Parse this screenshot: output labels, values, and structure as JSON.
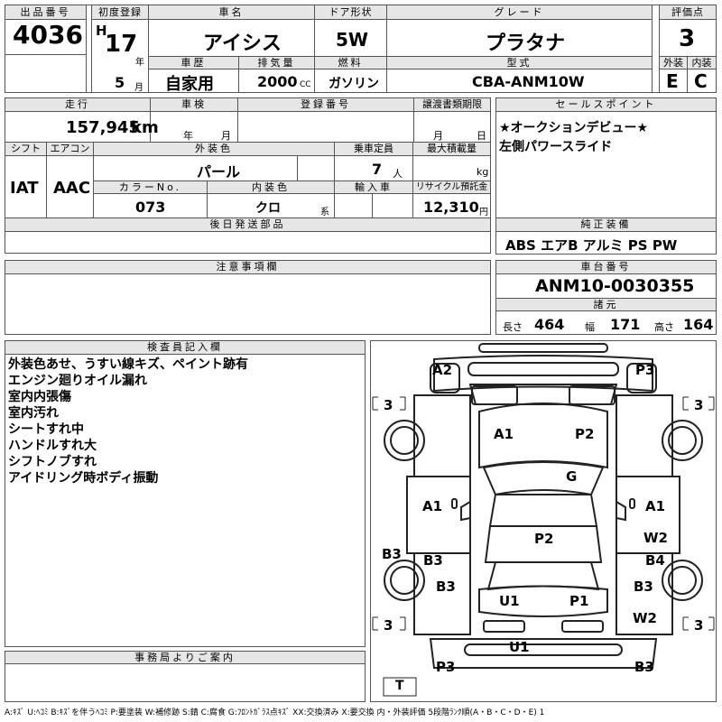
{
  "header": {
    "lot_label": "出品番号",
    "lot_no": "4036",
    "first_reg_label": "初度登録",
    "era": "H",
    "year": "17",
    "year_unit": "年",
    "month": "5",
    "month_unit": "月",
    "name_label": "車名",
    "name": "アイシス",
    "doors_label": "ドア形状",
    "doors": "5W",
    "grade_label": "グレード",
    "grade": "プラタナ",
    "score_label": "評価点",
    "score": "3",
    "history_label": "車歴",
    "history": "自家用",
    "displacement_label": "排気量",
    "displacement": "2000",
    "cc": "CC",
    "fuel_label": "燃料",
    "fuel": "ガソリン",
    "model_label": "型式",
    "model": "CBA-ANM10W",
    "ext_label": "外装",
    "ext": "E",
    "int_label": "内装",
    "int": "C"
  },
  "specs": {
    "mileage_label": "走行",
    "mileage": "157,945",
    "km": "km",
    "inspection_label": "車検",
    "year_unit": "年",
    "month_unit": "月",
    "day_unit": "日",
    "reg_label": "登録番号",
    "transfer_label": "譲渡書類期限",
    "shift_label": "シフト",
    "shift": "IAT",
    "ac_label": "エアコン",
    "ac": "AAC",
    "color_label": "外装色",
    "color": "パール",
    "capacity_label": "乗車定員",
    "capacity": "7",
    "person": "人",
    "load_label": "最大積載量",
    "kg": "kg",
    "color_no_label": "カラーNo.",
    "color_no": "073",
    "int_color_label": "内装色",
    "int_color": "クロ",
    "kei": "系",
    "import_label": "輸入車",
    "recycle_label": "リサイクル預託金",
    "recycle": "12,310",
    "yen": "円",
    "later_label": "後日発送部品"
  },
  "sales": {
    "label": "セールスポイント",
    "lines": [
      "★オークションデビュー★",
      "左側パワースライド"
    ]
  },
  "equipment": {
    "label": "純正装備",
    "value": "ABS エアB アルミ PS PW"
  },
  "caution": {
    "label": "注意事項欄"
  },
  "chassis": {
    "label": "車台番号",
    "value": "ANM10-0030355",
    "dims_label": "諸元",
    "length_label": "長さ",
    "length": "464",
    "width_label": "幅",
    "width": "171",
    "height_label": "高さ",
    "height": "164"
  },
  "inspector": {
    "label": "検査員記入欄",
    "notes": [
      "外装色あせ、うすい線キズ、ペイント跡有",
      "エンジン廻りオイル漏れ",
      "室内内張傷",
      "室内汚れ",
      "シートすれ中",
      "ハンドルすれ大",
      "シフトノブすれ",
      "アイドリング時ボディ振動"
    ]
  },
  "office": {
    "label": "事務局よりご案内"
  },
  "diagram": {
    "marks": [
      "A2",
      "P3",
      "A1",
      "P2",
      "G",
      "A1",
      "A1",
      "W2",
      "B3",
      "B3",
      "B4",
      "P2",
      "B3",
      "B3",
      "U1",
      "P1",
      "W2",
      "U1",
      "P3",
      "B3"
    ],
    "tires": [
      "3",
      "3",
      "3",
      "3"
    ],
    "spare": "T"
  },
  "legend": "A:ｷｽﾞ U:ﾍｺﾐ B:ｷｽﾞを伴うﾍｺﾐ P:要塗装 W:補修跡 S:錆 C:腐食 G:ﾌﾛﾝﾄｶﾞﾗｽ点ｷｽﾞ XX:交換済み X:要交換 内・外装評価 5段階ﾗﾝｸ順(A・B・C・D・E) 1"
}
